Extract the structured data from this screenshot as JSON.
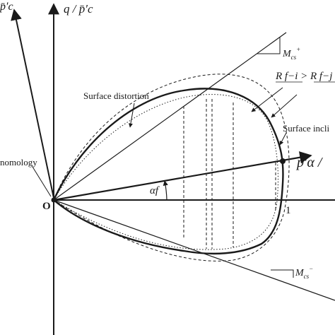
{
  "labels": {
    "origin": "O",
    "q_axis": "q / p̄′c",
    "left_axis_fragment": "p̄′c",
    "mcs_plus_main": "M",
    "mcs_plus_sub": "cs",
    "mcs_plus_sup": "+",
    "mcs_minus_main": "M",
    "mcs_minus_sub": "cs",
    "mcs_minus_sup": "−",
    "rf_relation": "R f−i > R f−j",
    "surface_distortion": "Surface distortion",
    "surface_inclination": "Surface incli",
    "homology": "nomology",
    "p_alpha": "p′α /",
    "alpha_f": "αf",
    "one": "1"
  },
  "colors": {
    "ink": "#1a1a1a"
  }
}
